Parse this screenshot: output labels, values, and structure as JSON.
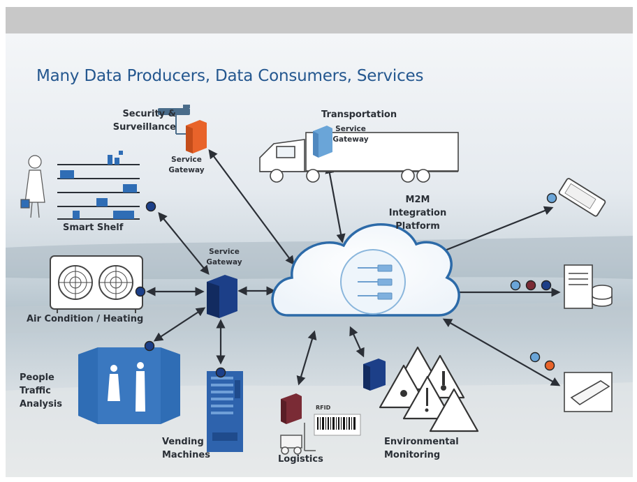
{
  "title": "Many Data Producers, Data Consumers, Services",
  "labels": {
    "security": "Security &\nSurveillance",
    "transportation": "Transportation",
    "smart_shelf": "Smart Shelf",
    "air_condition": "Air Condition / Heating",
    "people_traffic": "People\nTraffic\nAnalysis",
    "vending": "Vending\nMachines",
    "logistics": "Logistics",
    "environmental": "Environmental\nMonitoring",
    "platform": "M2M\nIntegration\nPlatform",
    "gateway_security": "Service\nGateway",
    "gateway_transport": "Service\nGateway",
    "gateway_center": "Service\nGateway",
    "rfid": "RFID"
  },
  "colors": {
    "title": "#24578f",
    "cloud_outline": "#2c6aa8",
    "gateway_blue": "#1c3f88",
    "gateway_orange": "#e8632a",
    "gateway_light": "#6aa5d8",
    "crate_red": "#7a2b35",
    "people_door": "#2f6db5",
    "vending": "#2e63ad"
  },
  "icons": [
    "camera-icon",
    "truck-icon",
    "shopper-icon",
    "shelf-icon",
    "ac-unit-icon",
    "door-people-icon",
    "vending-machine-icon",
    "forklift-icon",
    "barcode-icon",
    "warning-signs-icon",
    "phone-icon",
    "server-icon",
    "laptop-icon",
    "cloud-icon"
  ]
}
